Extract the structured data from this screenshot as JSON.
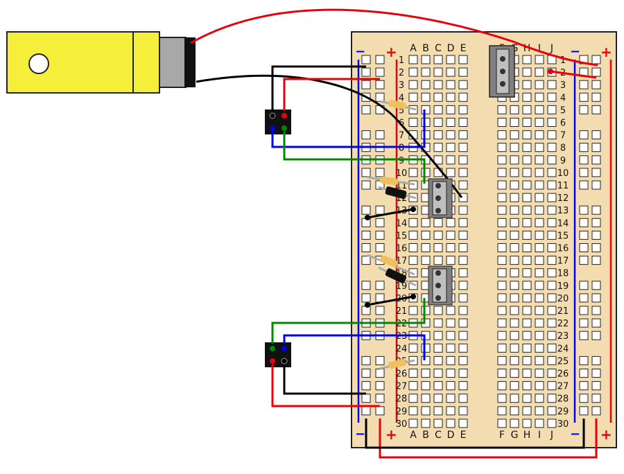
{
  "breadboard": {
    "left_columns": [
      "A",
      "B",
      "C",
      "D",
      "E"
    ],
    "right_columns": [
      "F",
      "G",
      "H",
      "I",
      "J"
    ],
    "row_numbers": [
      "1",
      "2",
      "3",
      "4",
      "5",
      "6",
      "7",
      "8",
      "9",
      "10",
      "11",
      "12",
      "13",
      "14",
      "15",
      "16",
      "17",
      "18",
      "19",
      "20",
      "21",
      "22",
      "23",
      "24",
      "25",
      "26",
      "27",
      "28",
      "29",
      "30"
    ],
    "rail_minus": "−",
    "rail_plus": "+"
  },
  "colors": {
    "board": "#f3ddb0",
    "hole": "#ffffff",
    "rail_red": "#e8000b",
    "rail_blue": "#0000ee",
    "wire_red": "#e8000b",
    "wire_black": "#000000",
    "wire_blue": "#0000ee",
    "wire_green": "#008800",
    "battery_body": "#f5ee3a",
    "regulator": "#808080"
  },
  "components": {
    "battery": "battery-pack",
    "voltage_regulator": "3-pin-regulator",
    "transistors": [
      "transistor-upper",
      "transistor-lower"
    ],
    "motor_drivers": [
      "motor-connector-upper",
      "motor-connector-lower"
    ],
    "resistors": [
      "resistor-1",
      "resistor-2",
      "resistor-3",
      "resistor-4",
      "resistor-5"
    ],
    "diodes": [
      "diode-upper",
      "diode-lower"
    ]
  }
}
